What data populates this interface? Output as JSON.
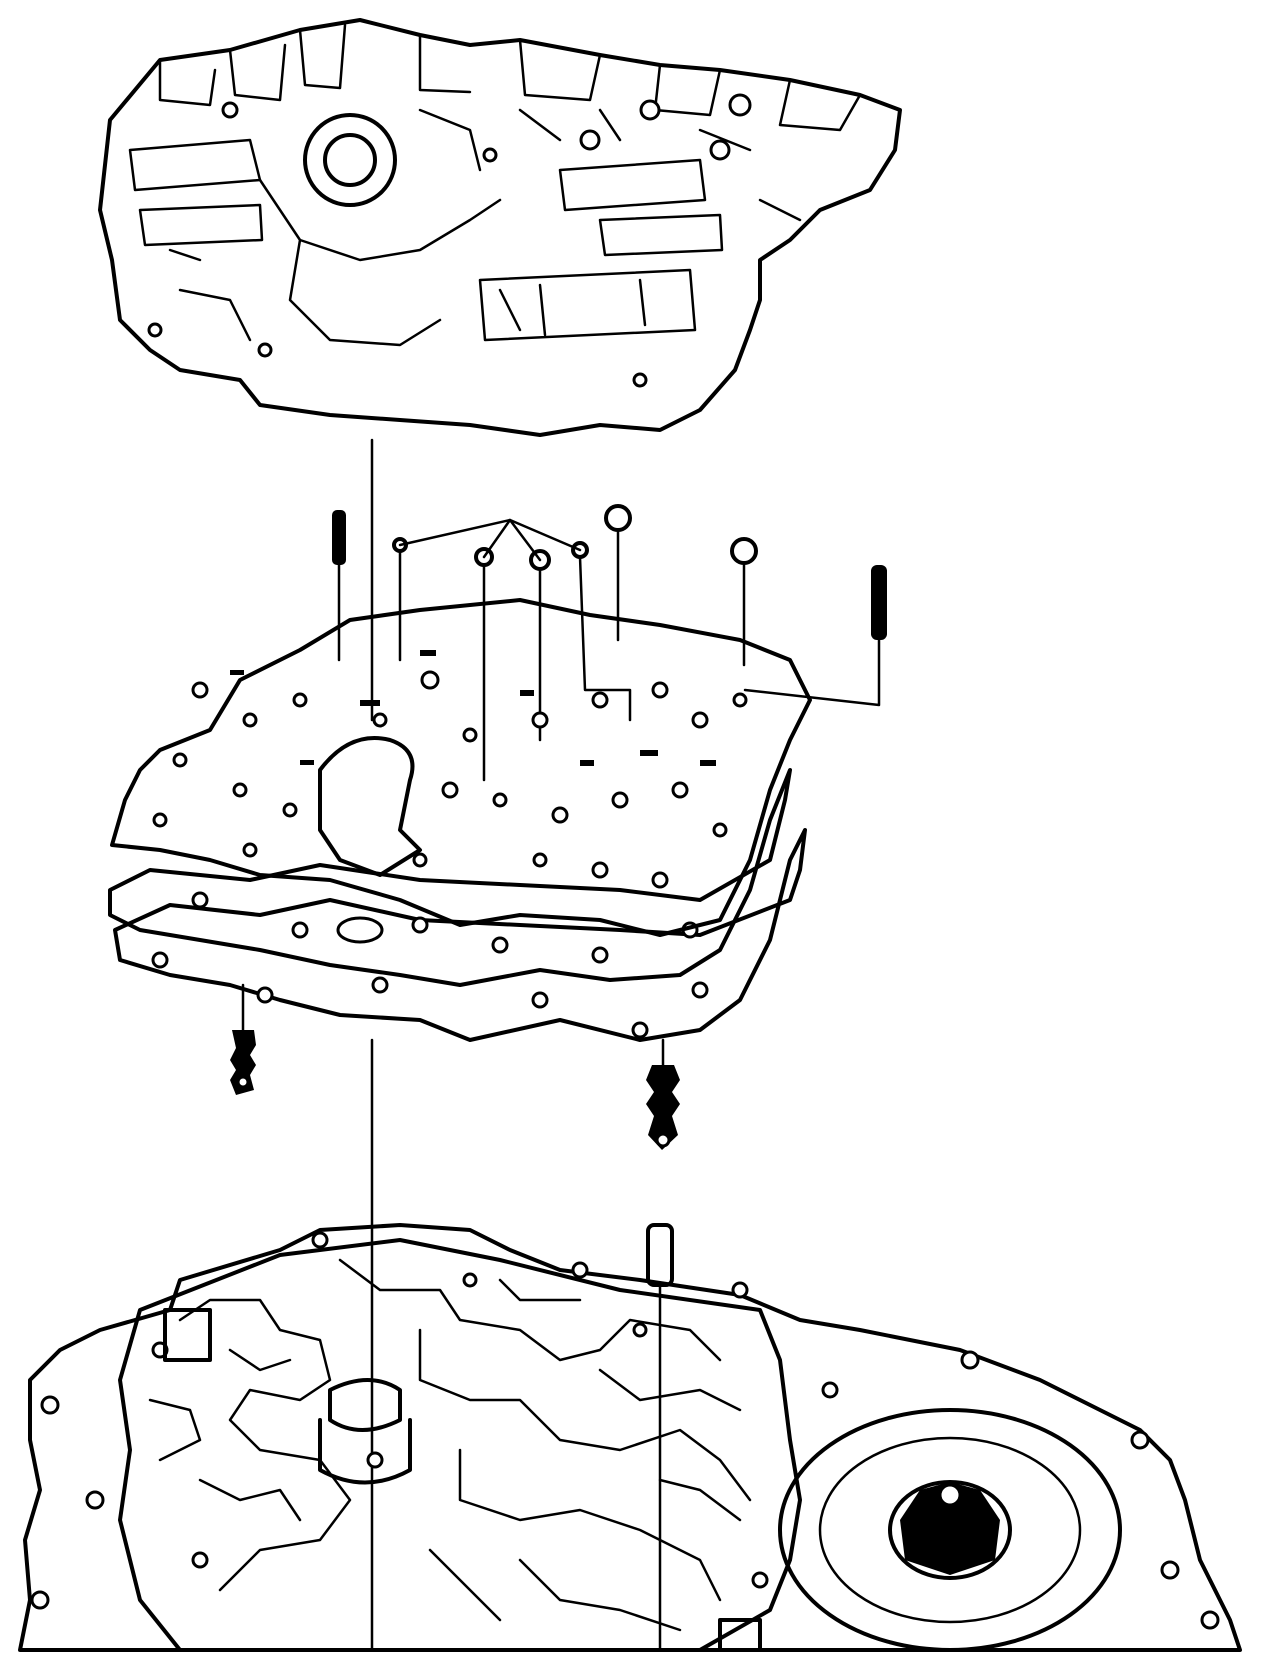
{
  "diagram": {
    "components": [
      {
        "id": "valve-body",
        "kind": "illustration"
      },
      {
        "id": "check-balls",
        "kind": "illustration"
      },
      {
        "id": "upper-gasket",
        "kind": "illustration"
      },
      {
        "id": "spacer-plate",
        "kind": "illustration"
      },
      {
        "id": "lower-gasket",
        "kind": "illustration"
      },
      {
        "id": "screens",
        "kind": "illustration"
      },
      {
        "id": "transaxle-case",
        "kind": "illustration"
      },
      {
        "id": "dowel-pin",
        "kind": "illustration"
      }
    ],
    "colors": {
      "ink": "#000000",
      "background": "#ffffff"
    }
  }
}
